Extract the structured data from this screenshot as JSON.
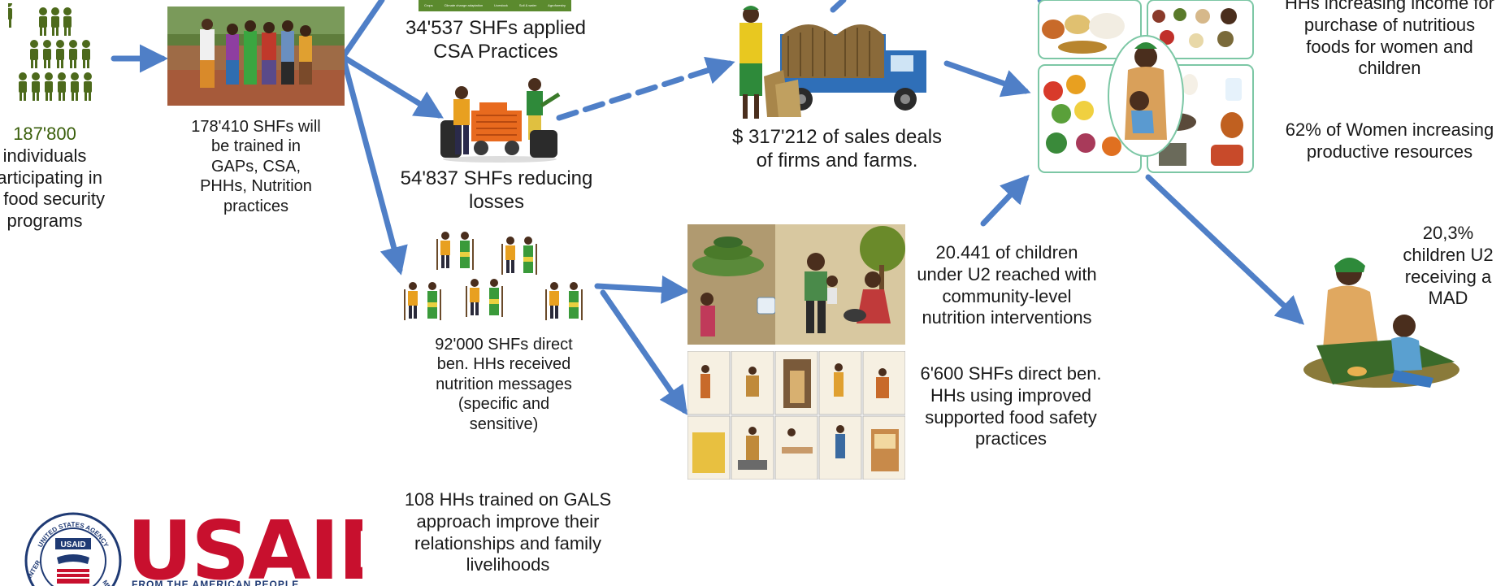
{
  "participants": {
    "count": "187'800",
    "lines": [
      "individuals",
      "participating in",
      "G food security",
      "programs"
    ]
  },
  "training": {
    "lines": [
      "178'410 SHFs will",
      "be trained in",
      "GAPs, CSA,",
      "PHHs, Nutrition",
      "practices"
    ]
  },
  "csa": {
    "lines": [
      "34'537 SHFs applied",
      "CSA Practices"
    ],
    "banner_labels": [
      "Crops",
      "Climate change adaptation",
      "Livestock",
      "Soil & water",
      "Agroforestry"
    ]
  },
  "losses": {
    "lines": [
      "54'837 SHFs reducing",
      "losses"
    ]
  },
  "sales": {
    "lines": [
      "$ 317'212 of sales deals",
      "of firms and farms."
    ]
  },
  "nutrition_messages": {
    "lines": [
      "92'000 SHFs direct",
      "ben. HHs received",
      "nutrition messages",
      "(specific and",
      "sensitive)"
    ]
  },
  "gals": {
    "lines": [
      "108 HHs trained on GALS",
      "approach improve their",
      "relationships and family",
      "livelihoods"
    ]
  },
  "children_reached": {
    "lines": [
      "20.441 of children",
      "under U2 reached with",
      "community-level",
      "nutrition interventions"
    ]
  },
  "food_safety": {
    "lines": [
      "6'600 SHFs direct ben.",
      "HHs using improved",
      "supported food safety",
      "practices"
    ]
  },
  "income": {
    "lines": [
      "HHs increasing income for",
      "purchase of nutritious",
      "foods for women and",
      "children"
    ]
  },
  "women": {
    "lines": [
      "62% of Women increasing",
      "productive resources"
    ]
  },
  "mad": {
    "lines": [
      "20,3%",
      "children U2",
      "receiving a",
      "MAD"
    ]
  },
  "logo": {
    "wordmark": "USAID",
    "tagline": "FROM THE AMERICAN PEOPLE",
    "seal_text": "UNITED STATES AGENCY",
    "seal_label": "USAID",
    "seal_side_left": "INTER",
    "seal_side_right": "MENT"
  },
  "colors": {
    "arrow": "#4f7fc7",
    "people_icon": "#4d6a1c",
    "usaid_red": "#c8102e",
    "usaid_blue": "#1f3a74"
  }
}
